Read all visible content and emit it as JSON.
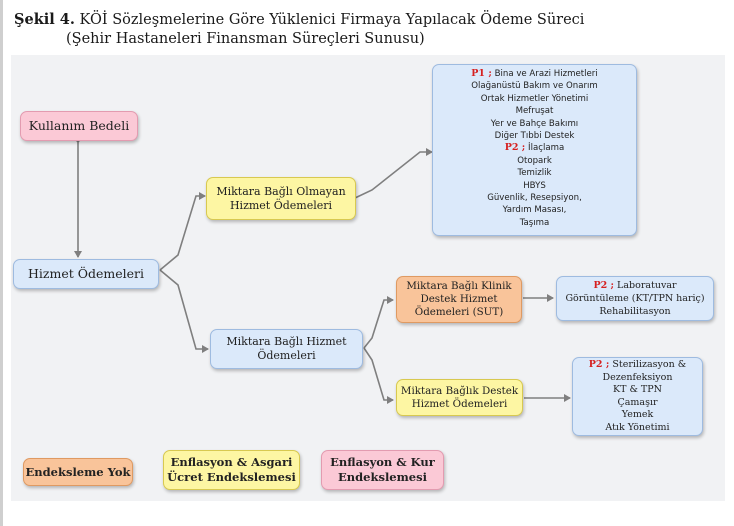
{
  "caption": {
    "label": "Şekil 4.",
    "title": " KÖİ Sözleşmelerine Göre Yüklenici Firmaya Yapılacak Ödeme Süreci",
    "subtitle": "(Şehir Hastaneleri Finansman Süreçleri Sunusu)"
  },
  "colors": {
    "pink": "#fbc9d6",
    "yellow": "#fdf6a3",
    "blue": "#dbe9fa",
    "orange": "#f9c49a",
    "p_label": "#d62020",
    "connector": "#7f7f7f"
  },
  "nodes": {
    "kullanim_bedeli": "Kullanım Bedeli",
    "hizmet_odemeleri": "Hizmet Ödemeleri",
    "miktara_bagli_olmayan": [
      "Miktara Bağlı Olmayan",
      "Hizmet Ödemeleri"
    ],
    "miktara_bagli": [
      "Miktara Bağlı Hizmet",
      "Ödemeleri"
    ],
    "klinik": [
      "Miktara Bağlı Klinik",
      "Destek  Hizmet",
      "Ödemeleri (SUT)"
    ],
    "destek": [
      "Miktara Bağlık Destek",
      "Hizmet Ödemeleri"
    ]
  },
  "services_box": {
    "p1_label": "P1 ;",
    "p1_first": "Bina ve Arazi Hizmetleri",
    "p1_items": [
      "Olağanüstü Bakım ve Onarım",
      "Ortak Hizmetler Yönetimi",
      "Mefruşat",
      "Yer ve Bahçe Bakımı",
      "Diğer Tıbbi Destek"
    ],
    "p2_label": "P2 ;",
    "p2_first": "İlaçlama",
    "p2_items": [
      "Otopark",
      "Temizlik",
      "HBYS",
      "Güvenlik, Resepsiyon,",
      "Yardım Masası,",
      "Taşıma"
    ]
  },
  "clinical_box": {
    "p2_label": "P2 ;",
    "first": "Laboratuvar",
    "items": [
      "Görüntüleme (KT/TPN hariç)",
      "Rehabilitasyon"
    ]
  },
  "support_box": {
    "p2_label": "P2 ;",
    "first": "Sterilizasyon &",
    "items": [
      "Dezenfeksiyon",
      "KT & TPN",
      "Çamaşır",
      "Yemek",
      "Atık Yönetimi"
    ]
  },
  "legend": {
    "none": "Endeksleme Yok",
    "inflation_wage": [
      "Enflasyon & Asgari",
      "Ücret Endekslemesi"
    ],
    "inflation_fx": [
      "Enflasyon & Kur",
      "Endekslemesi"
    ]
  }
}
